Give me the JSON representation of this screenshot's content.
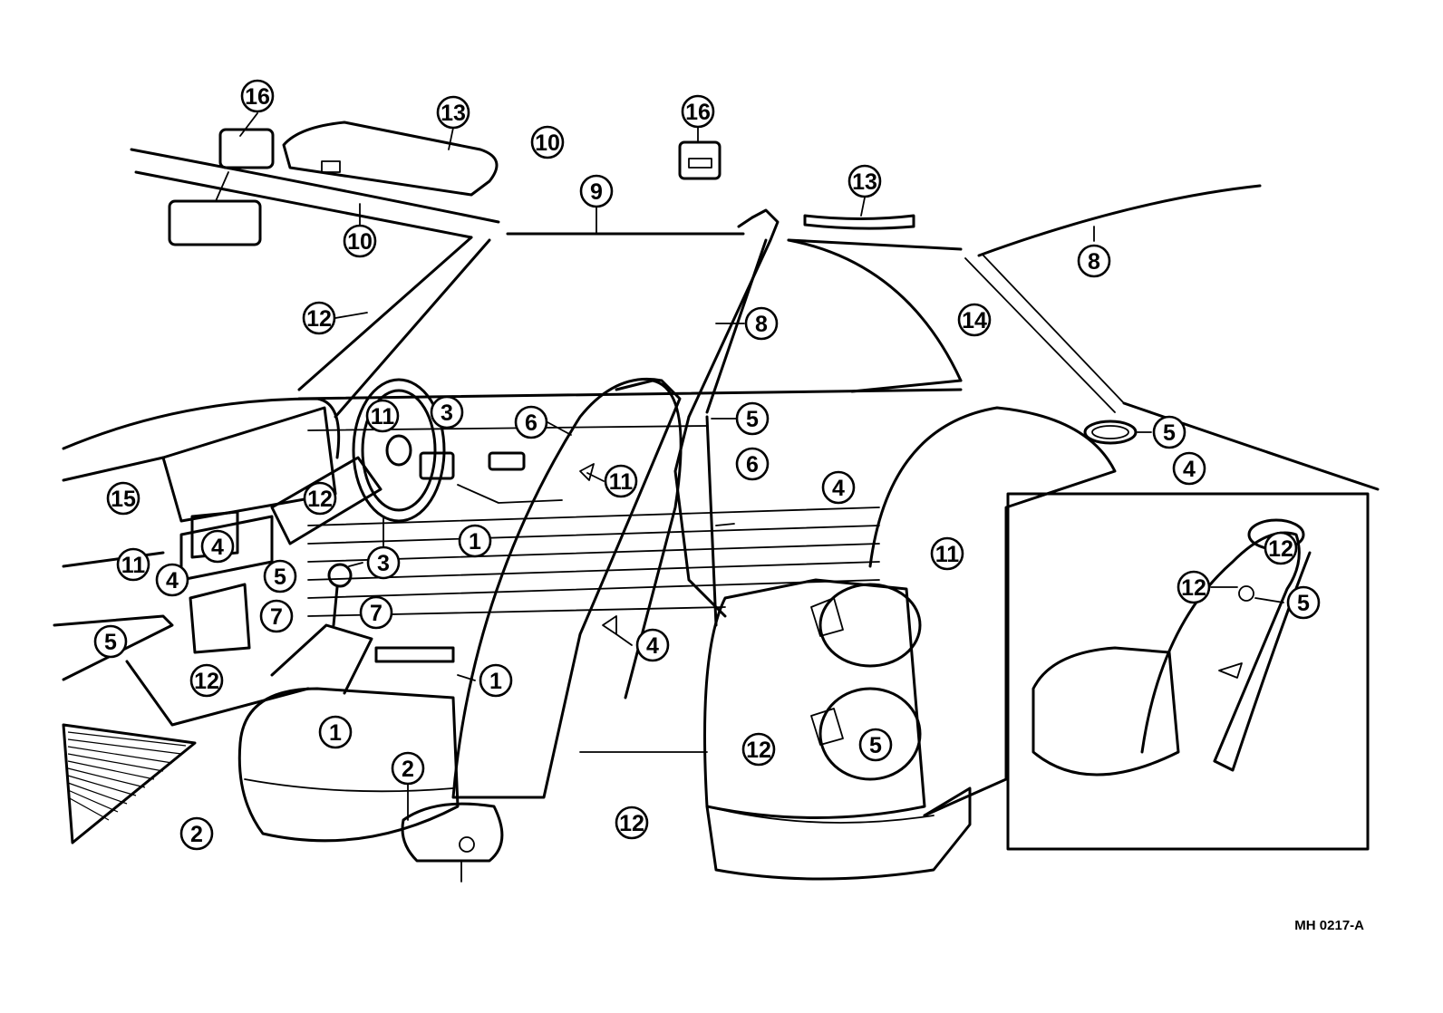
{
  "diagram": {
    "drawing_code": "MH 0217-A",
    "callouts": [
      "16",
      "13",
      "10",
      "16",
      "9",
      "13",
      "10",
      "8",
      "12",
      "8",
      "14",
      "11",
      "3",
      "6",
      "5",
      "5",
      "4",
      "15",
      "12",
      "11",
      "6",
      "4",
      "4",
      "11",
      "3",
      "1",
      "11",
      "12",
      "5",
      "4",
      "5",
      "7",
      "7",
      "12",
      "5",
      "4",
      "12",
      "1",
      "1",
      "12",
      "5",
      "2",
      "2",
      "12"
    ]
  }
}
